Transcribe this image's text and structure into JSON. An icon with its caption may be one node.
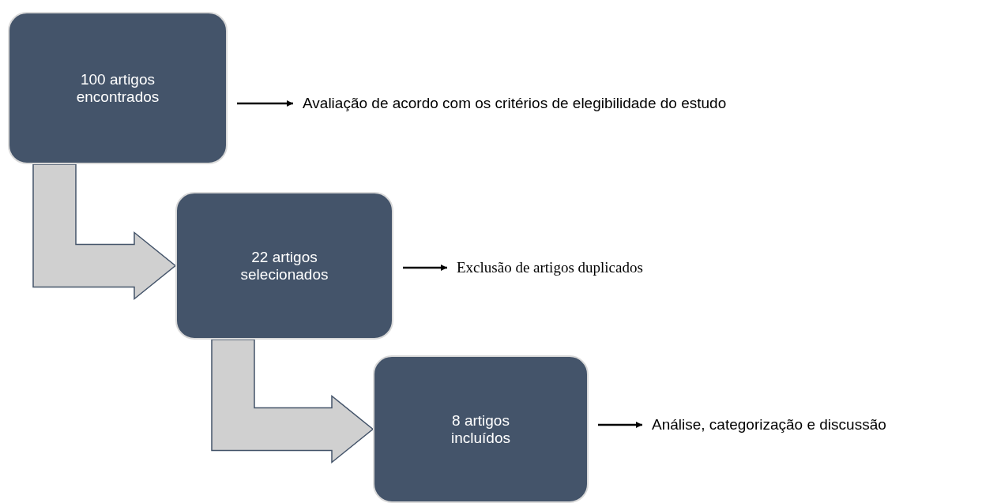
{
  "diagram": {
    "nodes": [
      {
        "text": [
          "100 artigos encontrados"
        ]
      },
      {
        "text": [
          "Avaliação de acordo com os critérios de elegibilidade do estudo"
        ]
      },
      {
        "text": [
          "22 artigos selecionados"
        ]
      },
      {
        "text": [
          "Exclusão de artigos duplicados"
        ]
      },
      {
        "text": [
          "8 artigos incluídos"
        ]
      },
      {
        "text": [
          "Análise, categorização e discussão"
        ]
      }
    ],
    "edges": [
      {
        "from": 0,
        "to": 1,
        "arrow": "to"
      },
      {
        "from": 0,
        "to": 2,
        "arrow": "to",
        "style": "thick"
      },
      {
        "from": 2,
        "to": 3,
        "arrow": "to"
      },
      {
        "from": 2,
        "to": 4,
        "arrow": "to",
        "style": "thick"
      },
      {
        "from": 4,
        "to": 5,
        "arrow": "to"
      }
    ]
  }
}
